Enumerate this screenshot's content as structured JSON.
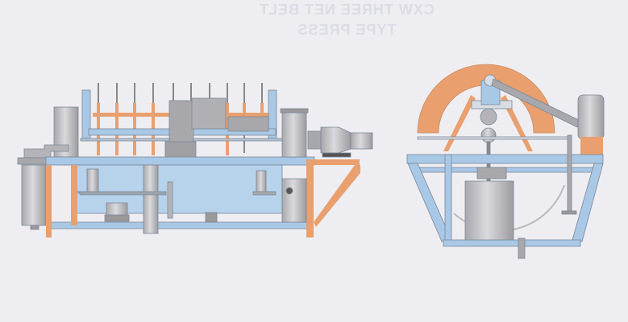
{
  "heading_bleedthrough": {
    "line1": "CXW THREE NET BELT",
    "line2": "TYPE PRESS"
  },
  "colors": {
    "frame_blue": "#a9c8e6",
    "accent_orange": "#e9a06e",
    "steel_grey": "#b4b4b8",
    "background": "#eeeef2"
  },
  "views": [
    "side-elevation",
    "end-elevation"
  ]
}
